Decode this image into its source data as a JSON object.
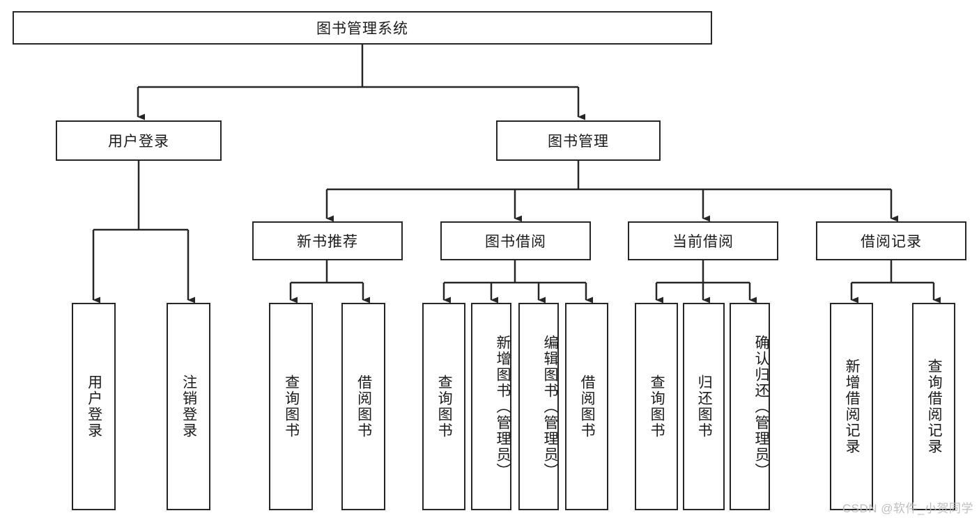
{
  "diagram": {
    "title_node": {
      "label": "图书管理系统"
    },
    "tier1": [
      {
        "label": "用户登录"
      },
      {
        "label": "图书管理"
      }
    ],
    "tier2": [
      {
        "label": "新书推荐"
      },
      {
        "label": "图书借阅"
      },
      {
        "label": "当前借阅"
      },
      {
        "label": "借阅记录"
      }
    ],
    "leaves": {
      "user_login": [
        {
          "label": "用户登录"
        },
        {
          "label": "注销登录"
        }
      ],
      "new_book_recommend": [
        {
          "label": "查询图书"
        },
        {
          "label": "借阅图书"
        }
      ],
      "book_borrow": [
        {
          "label": "查询图书"
        },
        {
          "label": "新增图书（管理员）"
        },
        {
          "label": "编辑图书（管理员）"
        },
        {
          "label": "借阅图书"
        }
      ],
      "current_borrow": [
        {
          "label": "查询图书"
        },
        {
          "label": "归还图书"
        },
        {
          "label": "确认归还（管理员）"
        }
      ],
      "borrow_record": [
        {
          "label": "新增借阅记录"
        },
        {
          "label": "查询借阅记录"
        }
      ]
    }
  },
  "watermark": {
    "text": "CSDN @软件_小贺同学"
  },
  "colors": {
    "border": "#262626",
    "background": "#ffffff",
    "text": "#1a1a1a",
    "watermark": "#b9b9b9"
  }
}
